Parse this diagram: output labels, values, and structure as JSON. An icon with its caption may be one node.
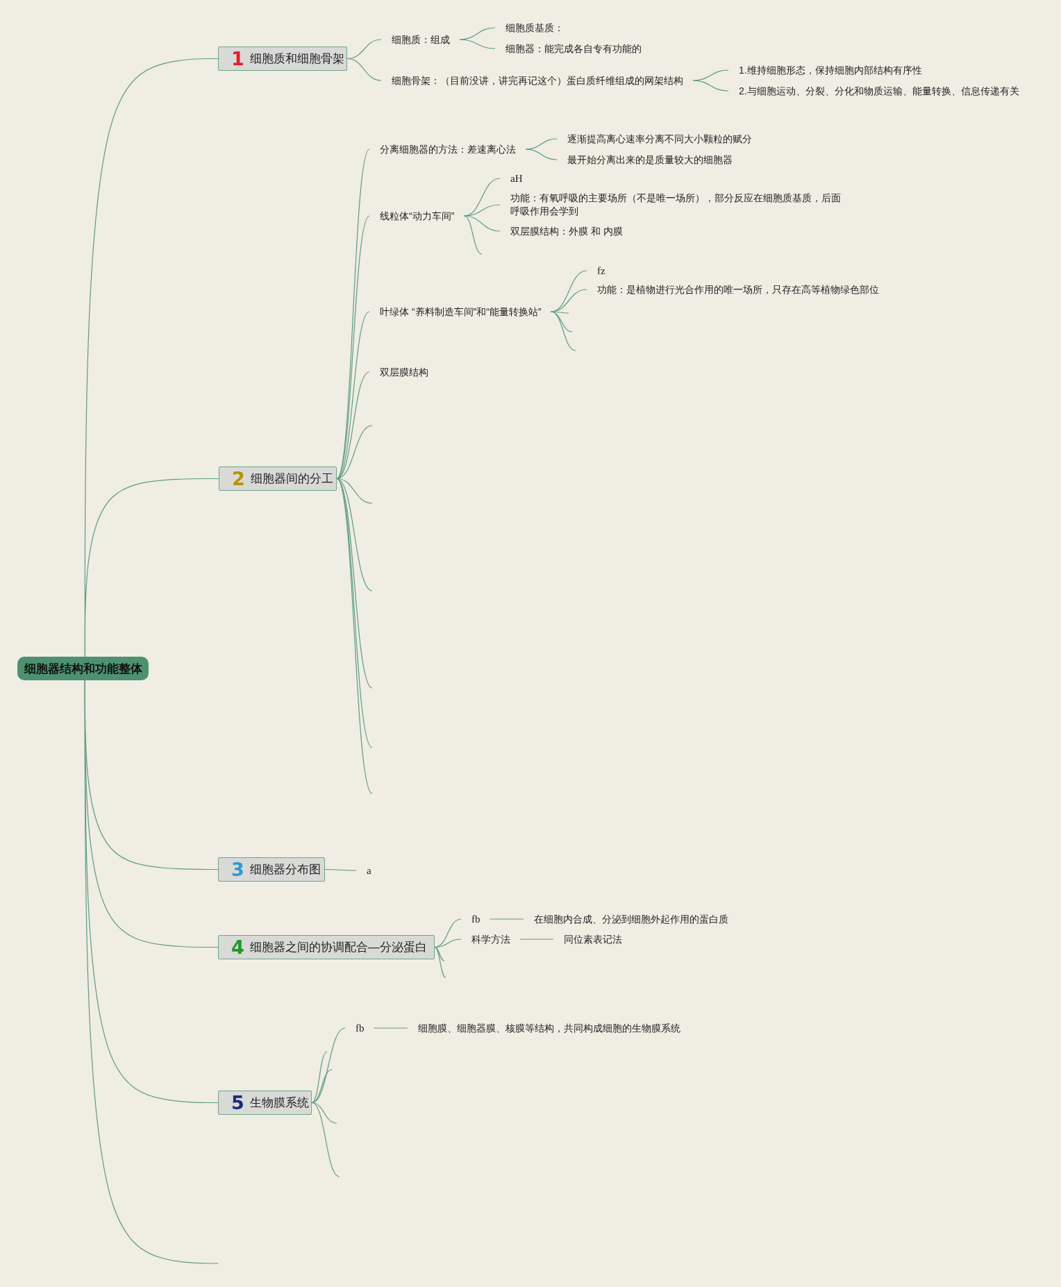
{
  "diagram": {
    "nodes": [
      {
        "text": [
          "细胞器结构和功能整体"
        ]
      },
      {
        "text": [
          "1",
          "细胞质和细胞骨架"
        ]
      },
      {
        "text": [
          "细胞质：组成"
        ]
      },
      {
        "text": [
          "细胞质基质："
        ]
      },
      {
        "text": [
          "细胞器：能完成各自专有功能的"
        ]
      },
      {
        "text": [
          "细胞骨架：（目前没讲，讲完再记这个）蛋白质纤维组成的网架结构"
        ]
      },
      {
        "text": [
          "1.维持细胞形态，保持细胞内部结构有序性"
        ]
      },
      {
        "text": [
          "2.与细胞运动、分裂、分化和物质运输、能量转换、信息传递有关"
        ]
      },
      {
        "text": [
          "2",
          "细胞器间的分工"
        ]
      },
      {
        "text": [
          "分离细胞器的方法：差速离心法"
        ]
      },
      {
        "text": [
          "逐渐提高离心速率分离不同大小颗粒的赋分"
        ]
      },
      {
        "text": [
          "最开始分离出来的是质量较大的细胞器"
        ]
      },
      {
        "text": [
          "线粒体“动力车间”"
        ]
      },
      {
        "text": [
          "aH"
        ]
      },
      {
        "text": [
          "功能：有氧呼吸的主要场所（不是唯一场所），部分反应在细胞质基质，后面呼吸作用会学到"
        ]
      },
      {
        "text": [
          "双层膜结构：外膜 和 内膜"
        ]
      },
      {
        "text": [
          "叶绿体 “养料制造车间”和“能量转换站”"
        ]
      },
      {
        "text": [
          "fz"
        ]
      },
      {
        "text": [
          "功能：是植物进行光合作用的唯一场所，只存在高等植物绿色部位"
        ]
      },
      {
        "text": [
          "双层膜结构"
        ]
      },
      {
        "text": [
          "3",
          "细胞器分布图"
        ]
      },
      {
        "text": [
          "a"
        ]
      },
      {
        "text": [
          "4",
          "细胞器之间的协调配合—分泌蛋白"
        ]
      },
      {
        "text": [
          "fb"
        ]
      },
      {
        "text": [
          "在细胞内合成、分泌到细胞外起作用的蛋白质"
        ]
      },
      {
        "text": [
          "科学方法"
        ]
      },
      {
        "text": [
          "同位素表记法"
        ]
      },
      {
        "text": [
          "5",
          "生物膜系统"
        ]
      },
      {
        "text": [
          "fb"
        ]
      },
      {
        "text": [
          "细胞膜、细胞器膜、核膜等结构，共同构成细胞的生物膜系统"
        ]
      }
    ],
    "edges": [
      {
        "from": 0,
        "to": 1,
        "arrow": "none"
      },
      {
        "from": 1,
        "to": 2,
        "arrow": "none"
      },
      {
        "from": 2,
        "to": 3,
        "arrow": "none"
      },
      {
        "from": 2,
        "to": 4,
        "arrow": "none"
      },
      {
        "from": 1,
        "to": 5,
        "arrow": "none"
      },
      {
        "from": 5,
        "to": 6,
        "arrow": "none"
      },
      {
        "from": 5,
        "to": 7,
        "arrow": "none"
      },
      {
        "from": 0,
        "to": 8,
        "arrow": "none"
      },
      {
        "from": 8,
        "to": 9,
        "arrow": "none"
      },
      {
        "from": 9,
        "to": 10,
        "arrow": "none"
      },
      {
        "from": 9,
        "to": 11,
        "arrow": "none"
      },
      {
        "from": 8,
        "to": 12,
        "arrow": "none"
      },
      {
        "from": 12,
        "to": 13,
        "arrow": "none"
      },
      {
        "from": 12,
        "to": 14,
        "arrow": "none"
      },
      {
        "from": 12,
        "to": 15,
        "arrow": "none"
      },
      {
        "from": 12,
        "to": null,
        "arrow": "none"
      },
      {
        "from": 8,
        "to": 16,
        "arrow": "none"
      },
      {
        "from": 16,
        "to": 17,
        "arrow": "none"
      },
      {
        "from": 16,
        "to": 18,
        "arrow": "none"
      },
      {
        "from": 16,
        "to": null,
        "arrow": "none"
      },
      {
        "from": 16,
        "to": null,
        "arrow": "none"
      },
      {
        "from": 16,
        "to": null,
        "arrow": "none"
      },
      {
        "from": 8,
        "to": 19,
        "arrow": "none"
      },
      {
        "from": 8,
        "to": null,
        "arrow": "none"
      },
      {
        "from": 8,
        "to": null,
        "arrow": "none"
      },
      {
        "from": 8,
        "to": null,
        "arrow": "none"
      },
      {
        "from": 8,
        "to": null,
        "arrow": "none"
      },
      {
        "from": 8,
        "to": null,
        "arrow": "none"
      },
      {
        "from": 8,
        "to": null,
        "arrow": "none"
      },
      {
        "from": 0,
        "to": 20,
        "arrow": "none"
      },
      {
        "from": 20,
        "to": 21,
        "arrow": "none"
      },
      {
        "from": 0,
        "to": 22,
        "arrow": "none"
      },
      {
        "from": 22,
        "to": 23,
        "arrow": "none"
      },
      {
        "from": 23,
        "to": 24,
        "arrow": "none"
      },
      {
        "from": 22,
        "to": 25,
        "arrow": "none"
      },
      {
        "from": 25,
        "to": 26,
        "arrow": "none"
      },
      {
        "from": 22,
        "to": null,
        "arrow": "none"
      },
      {
        "from": 22,
        "to": null,
        "arrow": "none"
      },
      {
        "from": 0,
        "to": 27,
        "arrow": "none"
      },
      {
        "from": 27,
        "to": 28,
        "arrow": "none"
      },
      {
        "from": 27,
        "to": null,
        "arrow": "none"
      },
      {
        "from": 27,
        "to": null,
        "arrow": "none"
      },
      {
        "from": 27,
        "to": null,
        "arrow": "none"
      },
      {
        "from": 27,
        "to": null,
        "arrow": "none"
      },
      {
        "from": 28,
        "to": 29,
        "arrow": "none"
      },
      {
        "from": 0,
        "to": null,
        "arrow": "none"
      }
    ]
  }
}
